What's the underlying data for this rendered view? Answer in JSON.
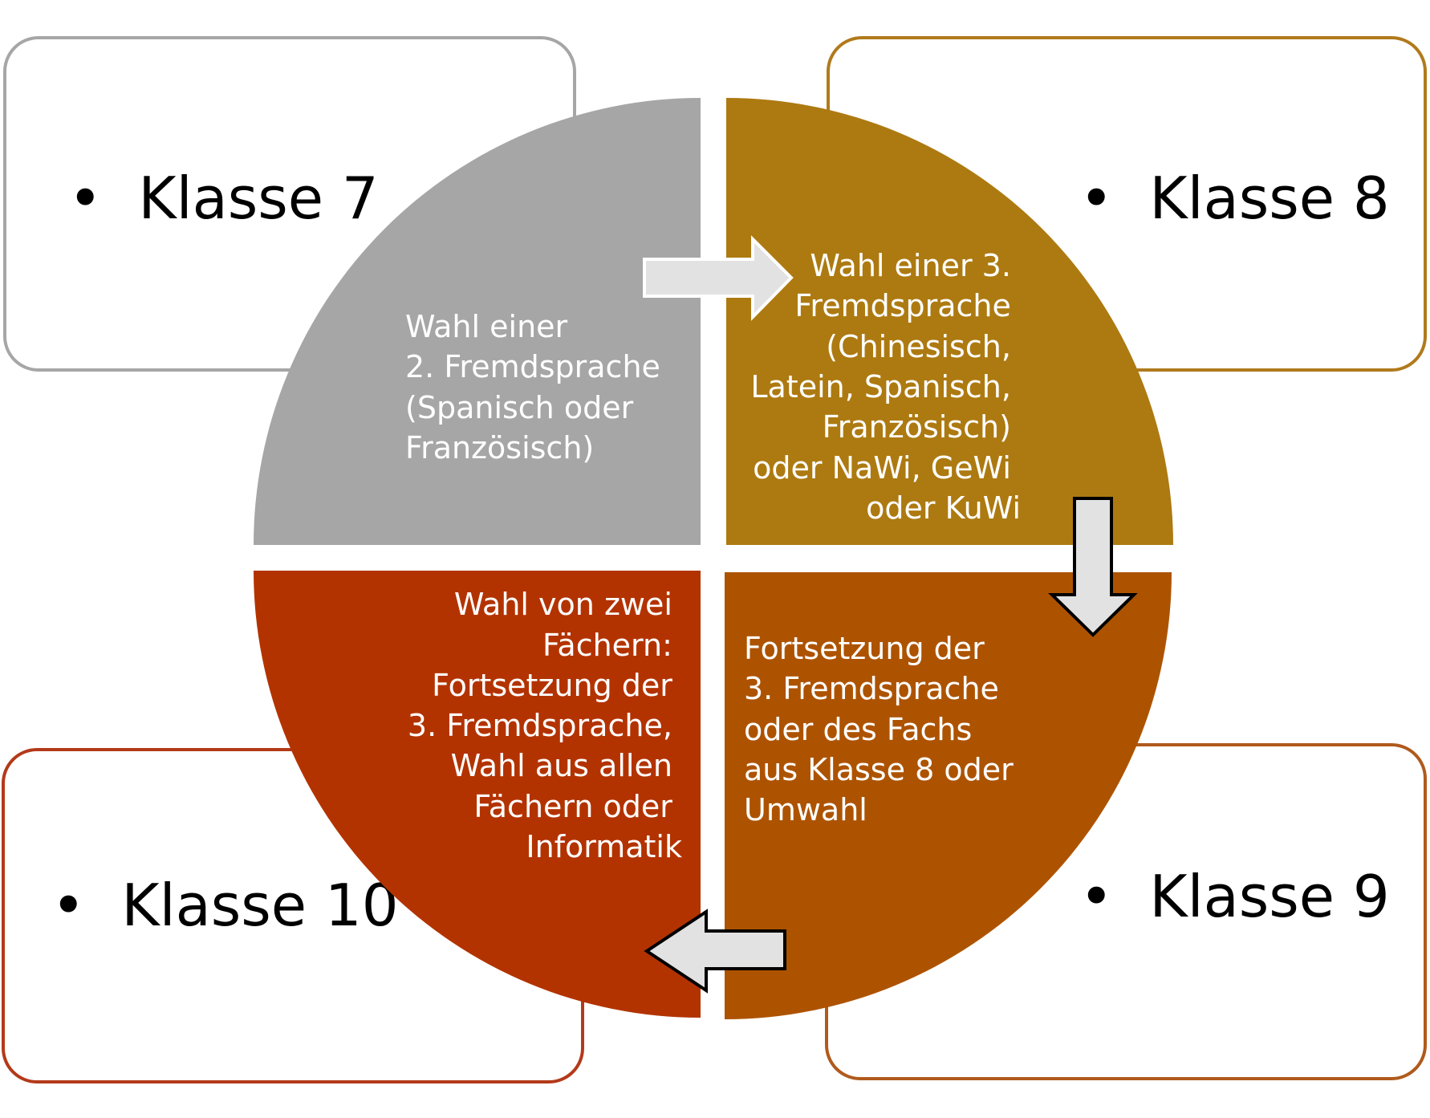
{
  "boxes": [
    {
      "id": "klasse-7",
      "label": "Klasse 7",
      "border_color": "#A6A6A6"
    },
    {
      "id": "klasse-8",
      "label": "Klasse 8",
      "border_color": "#B07A1C"
    },
    {
      "id": "klasse-9",
      "label": "Klasse 9",
      "border_color": "#B05A1C"
    },
    {
      "id": "klasse-10",
      "label": "Klasse 10",
      "border_color": "#B33A1A"
    }
  ],
  "bullet": "•",
  "segments": {
    "top_left": {
      "color": "#A6A6A6",
      "lines": [
        "Wahl einer",
        "2. Fremdsprache",
        "(Spanisch oder",
        "Französisch)"
      ]
    },
    "top_right": {
      "color": "#AD7A11",
      "lines": [
        "Wahl  einer 3.",
        "Fremdsprache",
        "(Chinesisch,",
        "Latein, Spanisch,",
        "Französisch)",
        "oder NaWi, GeWi",
        "oder KuWi"
      ]
    },
    "bottom_right": {
      "color": "#AD5300",
      "lines": [
        "Fortsetzung der",
        "3. Fremdsprache",
        "oder des Fachs",
        "aus Klasse 8 oder",
        "Umwahl"
      ]
    },
    "bottom_left": {
      "color": "#B33300",
      "lines": [
        "Wahl von zwei",
        "Fächern:",
        "Fortsetzung  der",
        "3. Fremdsprache,",
        "Wahl aus allen",
        "Fächern oder",
        "Informatik"
      ]
    }
  },
  "arrows": {
    "fill": "#E2E2E2",
    "stroke_top_right": "#FFFFFF",
    "stroke_other": "#000000"
  }
}
